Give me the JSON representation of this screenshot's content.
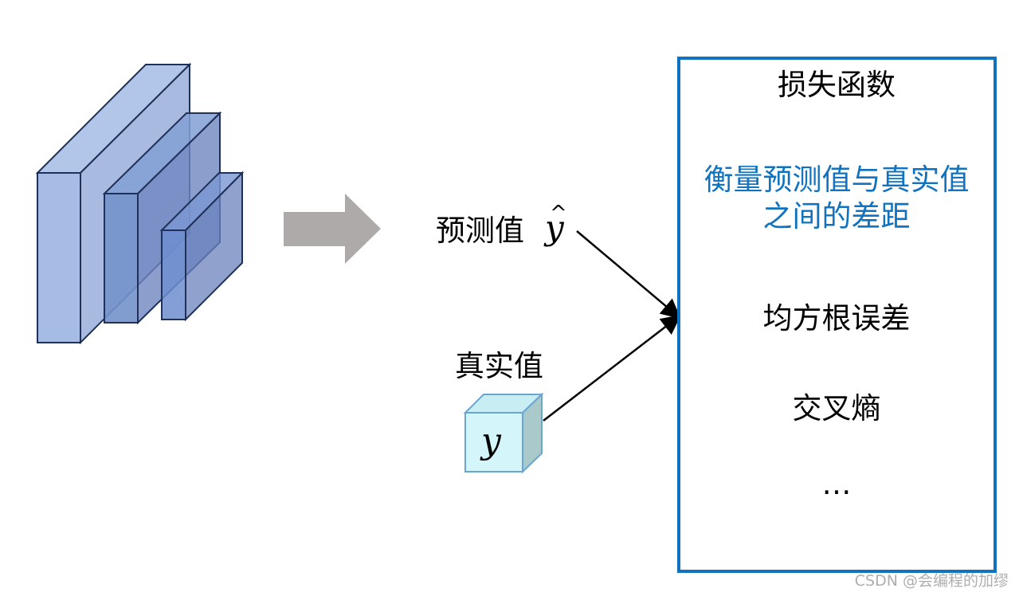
{
  "colors": {
    "network_fill": "#7f99cc",
    "network_stroke": "#1f3158",
    "arrow_gray": "#aeaaa9",
    "box_border": "#1173bf",
    "highlight_text": "#1173bf",
    "cube_face": "#d4f6fb",
    "cube_stroke": "#6aa6cf"
  },
  "prediction": {
    "label": "预测值",
    "symbol": "y",
    "hat": "^"
  },
  "truth": {
    "label": "真实值",
    "symbol": "y"
  },
  "loss_box": {
    "title": "损失函数",
    "desc_line1": "衡量预测值与真实值",
    "desc_line2": "之间的差距",
    "items": [
      "均方根误差",
      "交叉熵",
      "…"
    ]
  },
  "watermark": "CSDN @会编程的加缪"
}
